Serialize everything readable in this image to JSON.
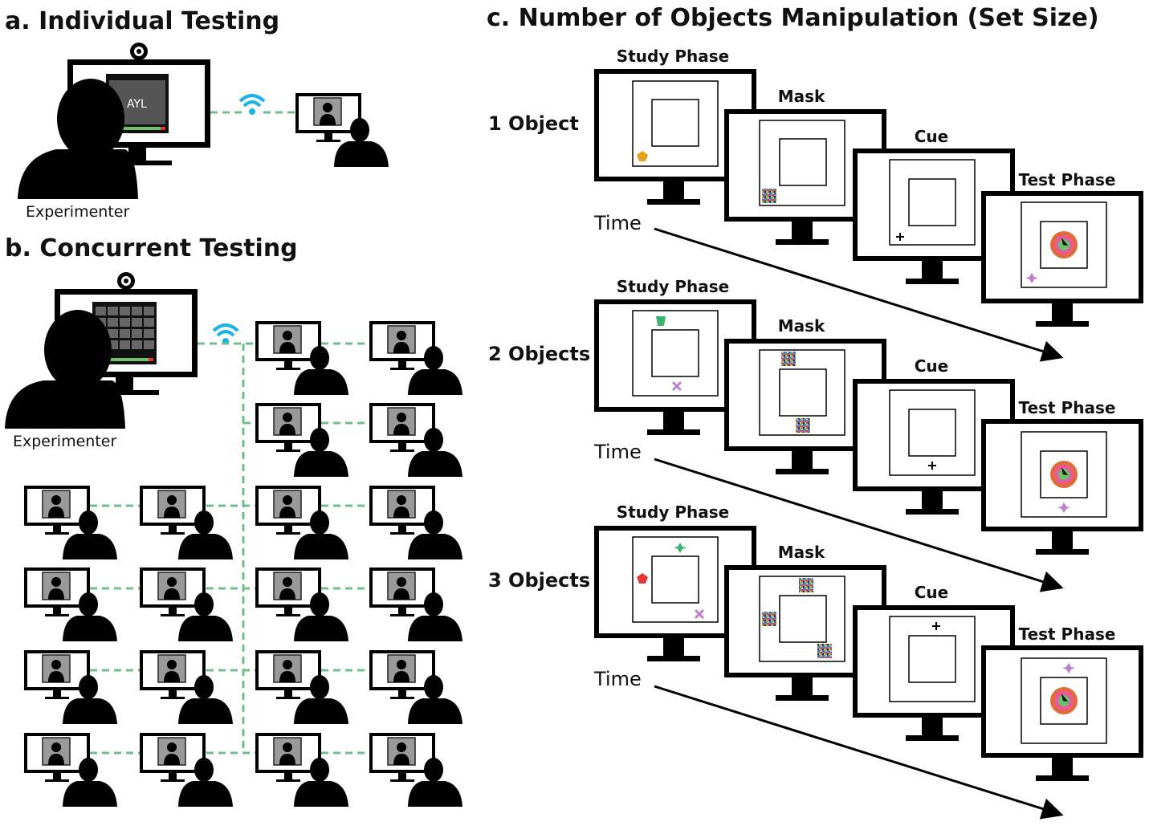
{
  "panels": {
    "a": {
      "title": "a. Individual Testing",
      "experimenter": "Experimenter",
      "screen_text": "AYL"
    },
    "b": {
      "title": "b. Concurrent Testing",
      "experimenter": "Experimenter"
    },
    "c": {
      "title": "c. Number of Objects Manipulation (Set Size)",
      "phases": [
        "Study Phase",
        "Mask",
        "Cue",
        "Test Phase"
      ],
      "time_label": "Time",
      "rows": [
        {
          "label": "1 Object"
        },
        {
          "label": "2 Objects"
        },
        {
          "label": "3 Objects"
        }
      ]
    }
  },
  "colors": {
    "wifi": "#1ab3e6",
    "network_line": "#6dbf8c",
    "silhouette": "#0a0a0a",
    "object_orange": "#e8a020",
    "object_green": "#3cb371",
    "object_purple": "#c080d0",
    "object_red": "#e23a3a"
  },
  "icons": [
    "webcam-icon",
    "wifi-icon",
    "monitor-icon",
    "person-silhouette-icon",
    "time-arrow-icon"
  ]
}
